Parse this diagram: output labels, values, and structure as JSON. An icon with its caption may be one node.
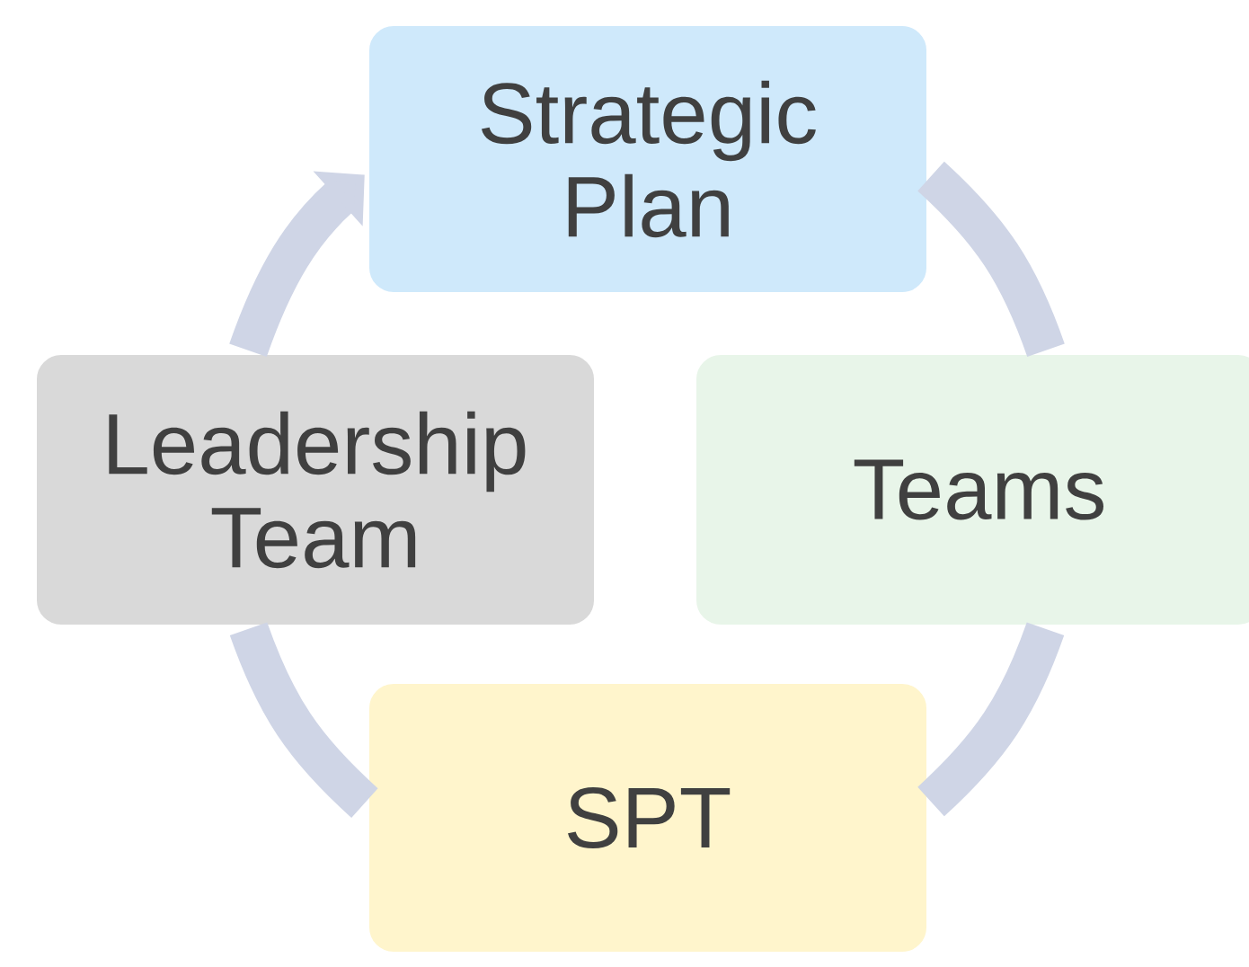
{
  "diagram": {
    "nodes": [
      {
        "text": [
          "Strategic Plan"
        ]
      },
      {
        "text": [
          "Leadership Team"
        ]
      },
      {
        "text": [
          "Teams"
        ]
      },
      {
        "text": [
          "SPT"
        ]
      }
    ],
    "edges": [
      {
        "from": 0,
        "to": 2,
        "arrow": "none"
      },
      {
        "from": 2,
        "to": 3,
        "arrow": "none"
      },
      {
        "from": 3,
        "to": 1,
        "arrow": "none"
      },
      {
        "from": 1,
        "to": 0,
        "arrow": "to"
      }
    ]
  }
}
